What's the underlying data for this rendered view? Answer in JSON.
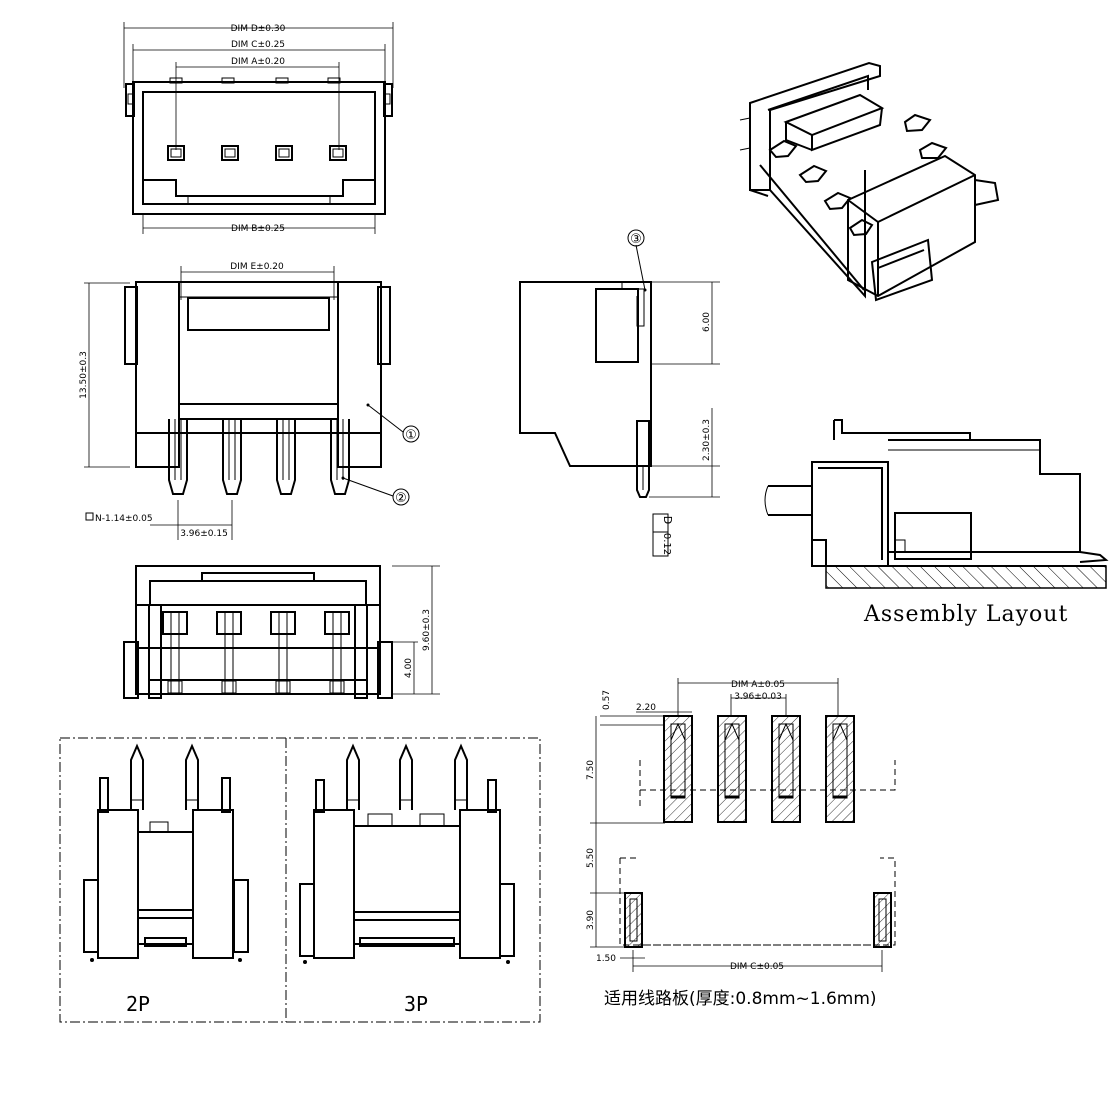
{
  "labels": {
    "dim_d": "DIM D±0.30",
    "dim_c_top": "DIM C±0.25",
    "dim_a_top": "DIM A±0.20",
    "dim_b": "DIM B±0.25",
    "dim_e": "DIM E±0.20",
    "h_13_50": "13.50±0.3",
    "n_1_14": "N-1.14±0.05",
    "pitch_396": "3.96±0.15",
    "h_9_60": "9.60±0.3",
    "h_4_00": "4.00",
    "side_6_00": "6.00",
    "side_2_30": "2.30±0.3",
    "flat_0_12": "0.12",
    "flat_symbol": "D",
    "callout_1": "①",
    "callout_2": "②",
    "callout_3": "③",
    "assembly_layout": "Assembly Layout",
    "pcb_dim_a": "DIM A±0.05",
    "pcb_pitch": "3.96±0.03",
    "pcb_0_57": "0.57",
    "pcb_2_20": "2.20",
    "pcb_7_50": "7.50",
    "pcb_5_50": "5.50",
    "pcb_3_90": "3.90",
    "pcb_1_50": "1.50",
    "pcb_dim_c": "DIM C±0.05",
    "label_2p": "2P",
    "label_3p": "3P",
    "pcb_note": "适用线路板(厚度:0.8mm~1.6mm)"
  }
}
